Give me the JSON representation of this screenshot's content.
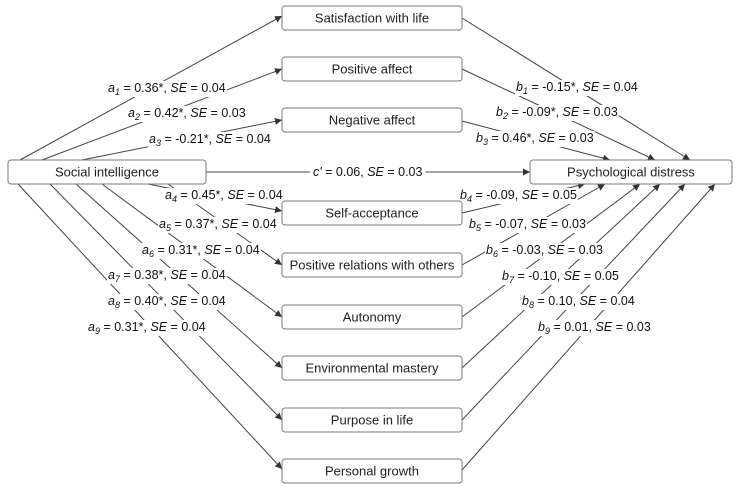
{
  "predictor": "Social intelligence",
  "outcome": "Psychological distress",
  "mediators": [
    "Satisfaction with life",
    "Positive affect",
    "Negative affect",
    "Self-acceptance",
    "Positive relations with others",
    "Autonomy",
    "Environmental mastery",
    "Purpose in life",
    "Personal growth"
  ],
  "a_paths": [
    {
      "sym": "a",
      "sub": "1",
      "coef": "0.36*",
      "se": "0.04"
    },
    {
      "sym": "a",
      "sub": "2",
      "coef": "0.42*",
      "se": "0.03"
    },
    {
      "sym": "a",
      "sub": "3",
      "coef": "-0.21*",
      "se": "0.04"
    },
    {
      "sym": "a",
      "sub": "4",
      "coef": "0.45*",
      "se": "0.04"
    },
    {
      "sym": "a",
      "sub": "5",
      "coef": "0.37*",
      "se": "0.04"
    },
    {
      "sym": "a",
      "sub": "6",
      "coef": "0.31*",
      "se": "0.04"
    },
    {
      "sym": "a",
      "sub": "7",
      "coef": "0.38*",
      "se": "0.04"
    },
    {
      "sym": "a",
      "sub": "8",
      "coef": "0.40*",
      "se": "0.04"
    },
    {
      "sym": "a",
      "sub": "9",
      "coef": "0.31*",
      "se": "0.04"
    }
  ],
  "b_paths": [
    {
      "sym": "b",
      "sub": "1",
      "coef": "-0.15*",
      "se": "0.04"
    },
    {
      "sym": "b",
      "sub": "2",
      "coef": "-0.09*",
      "se": "0.03"
    },
    {
      "sym": "b",
      "sub": "3",
      "coef": "0.46*",
      "se": "0.03"
    },
    {
      "sym": "b",
      "sub": "4",
      "coef": "-0.09",
      "se": "0.05"
    },
    {
      "sym": "b",
      "sub": "5",
      "coef": "-0.07",
      "se": "0.03"
    },
    {
      "sym": "b",
      "sub": "6",
      "coef": "-0.03",
      "se": "0.03"
    },
    {
      "sym": "b",
      "sub": "7",
      "coef": "-0.10",
      "se": "0.05"
    },
    {
      "sym": "b",
      "sub": "8",
      "coef": "0.10",
      "se": "0.04"
    },
    {
      "sym": "b",
      "sub": "9",
      "coef": "0.01",
      "se": "0.03"
    }
  ],
  "direct_path": {
    "sym": "c'",
    "coef": "0.06",
    "se": "0.03"
  },
  "se_label": "SE"
}
